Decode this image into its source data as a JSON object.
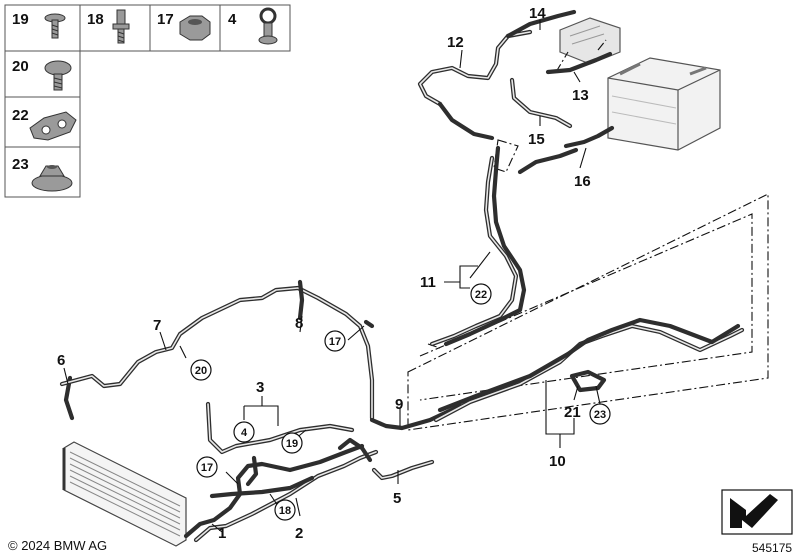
{
  "parts_table": [
    {
      "number": "19",
      "icon": "screw-icon"
    },
    {
      "number": "18",
      "icon": "stud-bolt-icon"
    },
    {
      "number": "17",
      "icon": "hex-nut-icon"
    },
    {
      "number": "4",
      "icon": "ring-clamp-icon"
    },
    {
      "number": "20",
      "icon": "flange-screw-icon"
    },
    {
      "number": "22",
      "icon": "pipe-holder-icon"
    },
    {
      "number": "23",
      "icon": "collar-nut-icon"
    }
  ],
  "callouts": {
    "c1": "1",
    "c2": "2",
    "c3": "3",
    "c4": "4",
    "c5": "5",
    "c6": "6",
    "c7": "7",
    "c8": "8",
    "c9": "9",
    "c10": "10",
    "c11": "11",
    "c12": "12",
    "c13": "13",
    "c14": "14",
    "c15": "15",
    "c16": "16",
    "c17a": "17",
    "c17b": "17",
    "c18": "18",
    "c19": "19",
    "c20": "20",
    "c21": "21",
    "c22": "22",
    "c23": "23"
  },
  "copyright": "© 2024 BMW AG",
  "reference_number": "545175",
  "icons": {
    "battery": "battery-icon",
    "condenser": "condenser-icon",
    "navigation": "navigation-arrow-icon"
  }
}
